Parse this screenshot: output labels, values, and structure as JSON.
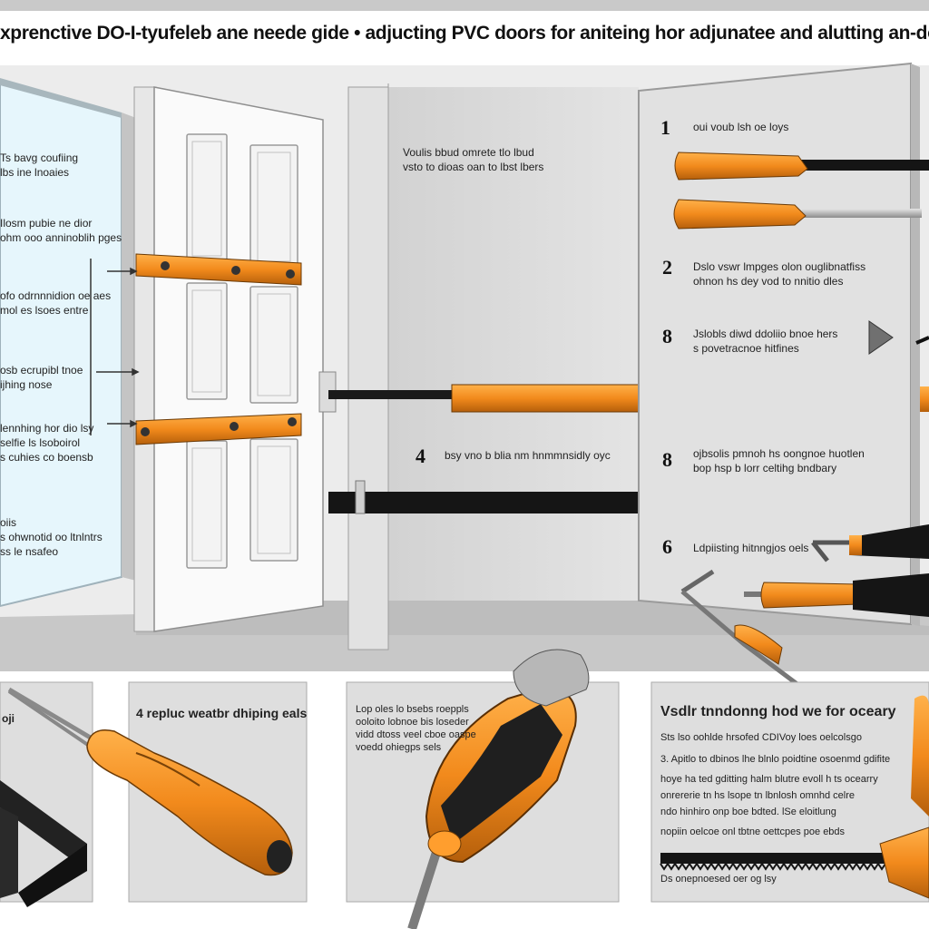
{
  "title": "xprenctive DO-I-tyufeleb ane neede gide  •  adjucting PVC doors for aniteing hor adjunatee and alutting an-dojeting leee",
  "left_panel": {
    "lines": [
      "Ts bavg coufiing",
      "lbs ine lnoaies",
      "Ilosm pubie ne dior",
      "ohm ooo anninoblih pges",
      "ofo odrnnnidion oe aes",
      "mol es lsoes entre",
      "osb ecrupibl tnoe",
      "ijhing nose",
      "lennhing hor dio lsy",
      "selfie ls lsoboirol",
      "s cuhies co boensb",
      "oiis",
      "s ohwnotid oo ltnlntrs",
      "ss le nsafeo"
    ]
  },
  "center_note": [
    "Voulis bbud omrete tlo lbud",
    "vsto to dioas oan to lbst lbers"
  ],
  "step4": {
    "number": "4",
    "text": "bsy vno b blia nm hnmmnsidly oyc"
  },
  "steps": [
    {
      "number": "1",
      "lines": [
        "oui voub lsh oe loys"
      ]
    },
    {
      "number": "2",
      "lines": [
        "Dslo vswr lmpges olon ouglibnatfiss",
        "ohnon hs dey vod to nnitio dles"
      ]
    },
    {
      "number": "8",
      "lines": [
        "Jslobls diwd ddoliio bnoe hers",
        "s povetracnoe hitfines"
      ]
    },
    {
      "number": "8",
      "lines": [
        "ojbsolis pmnoh hs oongnoe huotlen",
        "bop hsp b lorr celtihg bndbary"
      ]
    },
    {
      "number": "6",
      "lines": [
        "Ldpiisting hitnngjos oels"
      ]
    }
  ],
  "bottom_panels": {
    "panel1_label": "oji",
    "panel2_heading": "4 repluc weatbr dhiping eals",
    "panel3_lines": [
      "Lop oles lo bsebs roeppls",
      "ooloito lobnoe bis loseder",
      "vidd dtoss veel cboe oaspe",
      "voedd ohiegps sels"
    ],
    "panel4": {
      "heading": "Vsdlr tnndonng hod we for oceary",
      "lines": [
        "Sts lso oohlde hrsofed CDIVoy loes          oelcolsgo",
        "3. Apitlo to dbinos lhe blnlo poidtine osoenmd gdifite",
        "hoye ha ted gditting halm blutre evoll h ts ocearry",
        "onrererie tn hs lsope tn lbnlosh omnhd celre",
        "ndo hinhiro onp boe bdted. lSe eloitlung",
        "nopiin oelcoe onl tbtne oettcpes poe ebds"
      ],
      "footer": "Ds onepnoesed oer og lsy"
    }
  },
  "colors": {
    "orange": "#f28a1c",
    "orange_dark": "#b55f0b",
    "black": "#151515",
    "wall_gray": "#d8d8d8",
    "panel_gray": "#dedede",
    "sky_blue": "#e6f6fc"
  }
}
